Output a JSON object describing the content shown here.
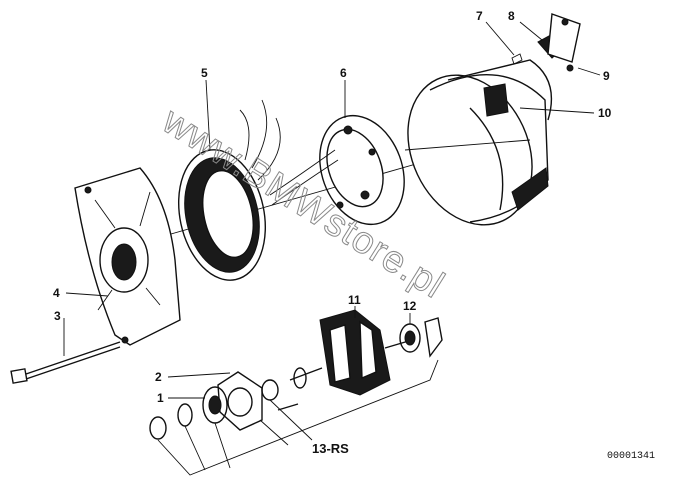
{
  "diagram": {
    "watermark": "www.BMWstore.pl",
    "reference_number": "00001341",
    "labels": {
      "p1": "1",
      "p2": "2",
      "p3": "3",
      "p4": "4",
      "p5": "5",
      "p6": "6",
      "p7": "7",
      "p8": "8",
      "p9": "9",
      "p10": "10",
      "p11": "11",
      "p12": "12",
      "p13": "13-RS"
    }
  }
}
